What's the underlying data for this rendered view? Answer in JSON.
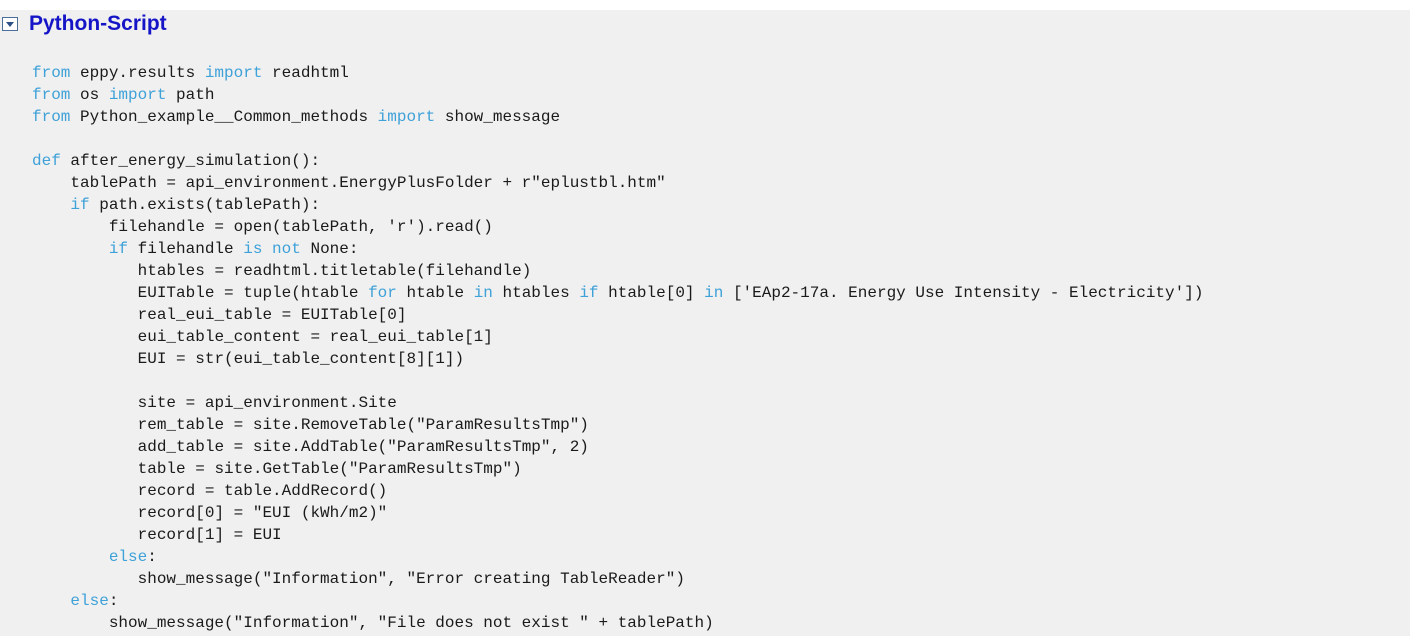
{
  "header": {
    "title": "Python-Script",
    "toggle_icon": "collapse-toggle-icon"
  },
  "colors": {
    "title": "#1515c7",
    "keyword": "#3ea1d8",
    "text": "#1a1a1a",
    "background": "#f0f0f0"
  },
  "code": {
    "lines": [
      {
        "indent": "",
        "tokens": [
          {
            "t": "from",
            "kw": true
          },
          {
            "t": " eppy.results "
          },
          {
            "t": "import",
            "kw": true
          },
          {
            "t": " readhtml"
          }
        ]
      },
      {
        "indent": "",
        "tokens": [
          {
            "t": "from",
            "kw": true
          },
          {
            "t": " os "
          },
          {
            "t": "import",
            "kw": true
          },
          {
            "t": " path"
          }
        ]
      },
      {
        "indent": "",
        "tokens": [
          {
            "t": "from",
            "kw": true
          },
          {
            "t": " Python_example__Common_methods "
          },
          {
            "t": "import",
            "kw": true
          },
          {
            "t": " show_message"
          }
        ]
      },
      {
        "indent": "",
        "tokens": []
      },
      {
        "indent": "",
        "tokens": [
          {
            "t": "def",
            "kw": true
          },
          {
            "t": " after_energy_simulation():"
          }
        ]
      },
      {
        "indent": "    ",
        "tokens": [
          {
            "t": "tablePath = api_environment.EnergyPlusFolder + r\"eplustbl.htm\""
          }
        ]
      },
      {
        "indent": "    ",
        "tokens": [
          {
            "t": "if",
            "kw": true
          },
          {
            "t": " path.exists(tablePath):"
          }
        ]
      },
      {
        "indent": "        ",
        "tokens": [
          {
            "t": "filehandle = open(tablePath, 'r').read()"
          }
        ]
      },
      {
        "indent": "        ",
        "tokens": [
          {
            "t": "if",
            "kw": true
          },
          {
            "t": " filehandle "
          },
          {
            "t": "is",
            "kw": true
          },
          {
            "t": " "
          },
          {
            "t": "not",
            "kw": true
          },
          {
            "t": " None:"
          }
        ]
      },
      {
        "indent": "           ",
        "tokens": [
          {
            "t": "htables = readhtml.titletable(filehandle)"
          }
        ]
      },
      {
        "indent": "           ",
        "tokens": [
          {
            "t": "EUITable = tuple(htable "
          },
          {
            "t": "for",
            "kw": true
          },
          {
            "t": " htable "
          },
          {
            "t": "in",
            "kw": true
          },
          {
            "t": " htables "
          },
          {
            "t": "if",
            "kw": true
          },
          {
            "t": " htable[0] "
          },
          {
            "t": "in",
            "kw": true
          },
          {
            "t": " ['EAp2-17a. Energy Use Intensity - Electricity'])"
          }
        ]
      },
      {
        "indent": "           ",
        "tokens": [
          {
            "t": "real_eui_table = EUITable[0]"
          }
        ]
      },
      {
        "indent": "           ",
        "tokens": [
          {
            "t": "eui_table_content = real_eui_table[1]"
          }
        ]
      },
      {
        "indent": "           ",
        "tokens": [
          {
            "t": "EUI = str(eui_table_content[8][1])"
          }
        ]
      },
      {
        "indent": "",
        "tokens": []
      },
      {
        "indent": "           ",
        "tokens": [
          {
            "t": "site = api_environment.Site"
          }
        ]
      },
      {
        "indent": "           ",
        "tokens": [
          {
            "t": "rem_table = site.RemoveTable(\"ParamResultsTmp\")"
          }
        ]
      },
      {
        "indent": "           ",
        "tokens": [
          {
            "t": "add_table = site.AddTable(\"ParamResultsTmp\", 2)"
          }
        ]
      },
      {
        "indent": "           ",
        "tokens": [
          {
            "t": "table = site.GetTable(\"ParamResultsTmp\")"
          }
        ]
      },
      {
        "indent": "           ",
        "tokens": [
          {
            "t": "record = table.AddRecord()"
          }
        ]
      },
      {
        "indent": "           ",
        "tokens": [
          {
            "t": "record[0] = \"EUI (kWh/m2)\""
          }
        ]
      },
      {
        "indent": "           ",
        "tokens": [
          {
            "t": "record[1] = EUI"
          }
        ]
      },
      {
        "indent": "        ",
        "tokens": [
          {
            "t": "else",
            "kw": true
          },
          {
            "t": ":"
          }
        ]
      },
      {
        "indent": "           ",
        "tokens": [
          {
            "t": "show_message(\"Information\", \"Error creating TableReader\")"
          }
        ]
      },
      {
        "indent": "    ",
        "tokens": [
          {
            "t": "else",
            "kw": true
          },
          {
            "t": ":"
          }
        ]
      },
      {
        "indent": "        ",
        "tokens": [
          {
            "t": "show_message(\"Information\", \"File does not exist \" + tablePath)"
          }
        ]
      }
    ]
  }
}
